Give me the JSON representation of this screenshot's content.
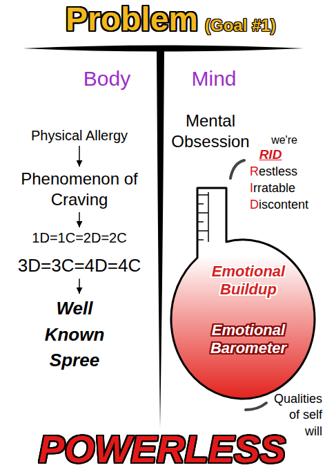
{
  "diagram": {
    "title": "Problem",
    "nodes": [
      {
        "text": [
          "Physical Allergy"
        ]
      },
      {
        "text": [
          "Phenomenon of Craving"
        ]
      },
      {
        "text": [
          "1D=1C=2D=2C"
        ]
      },
      {
        "text": [
          "3D=3C=4D=4C"
        ]
      },
      {
        "text": [
          "Well Known Spree"
        ]
      },
      {
        "text": [
          "Emotional Buildup",
          "Emotional Barometer"
        ]
      }
    ],
    "edges": [
      {
        "from": 0,
        "to": 1,
        "arrow": "to"
      },
      {
        "from": 1,
        "to": 2,
        "arrow": "to"
      },
      {
        "from": 3,
        "to": 4,
        "arrow": "to"
      }
    ],
    "labels": [
      "(Goal #1)",
      "Body",
      "Mind",
      "Mental Obsession",
      "we're",
      "RID",
      "Restless",
      "Irratable",
      "Discontent",
      "Qualities of self will",
      "POWERLESS"
    ]
  }
}
